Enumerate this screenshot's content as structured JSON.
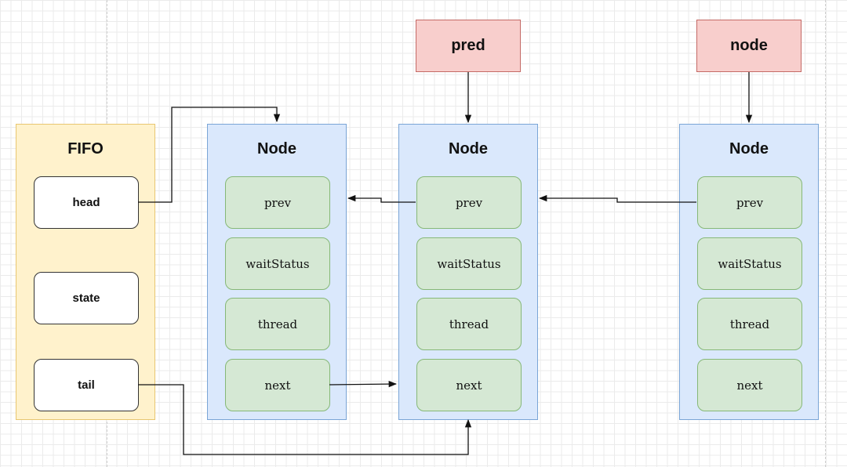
{
  "fifo": {
    "title": "FIFO",
    "fields": [
      "head",
      "state",
      "tail"
    ]
  },
  "nodes": [
    {
      "title": "Node",
      "fields": [
        "prev",
        "waitStatus",
        "thread",
        "next"
      ]
    },
    {
      "title": "Node",
      "fields": [
        "prev",
        "waitStatus",
        "thread",
        "next"
      ]
    },
    {
      "title": "Node",
      "fields": [
        "prev",
        "waitStatus",
        "thread",
        "next"
      ]
    }
  ],
  "pointers": {
    "pred": "pred",
    "node": "node"
  },
  "colors": {
    "fifo_fill": "#fff2cc",
    "node_fill": "#dae8fc",
    "field_fill": "#d5e8d4",
    "pointer_fill": "#f8cecc"
  }
}
